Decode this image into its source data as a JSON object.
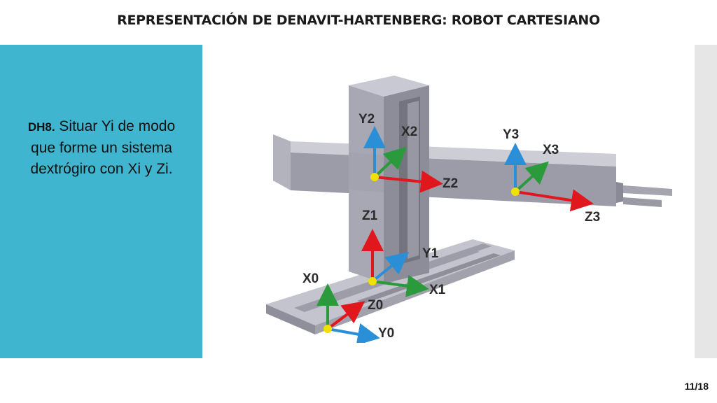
{
  "slide": {
    "title": "REPRESENTACIÓN DE DENAVIT-HARTENBERG: ROBOT CARTESIANO",
    "page": "11/18"
  },
  "panel": {
    "lead": "DH8.",
    "text": " Situar Yi de modo que forme un sistema dextrógiro con Xi y Zi."
  },
  "figure": {
    "labels": {
      "y2": "Y2",
      "x2": "X2",
      "z2": "Z2",
      "y3": "Y3",
      "x3": "X3",
      "z3": "Z3",
      "z1": "Z1",
      "y1": "Y1",
      "x1": "X1",
      "x0": "X0",
      "z0": "Z0",
      "y0": "Y0"
    }
  },
  "colors": {
    "panel": "#3fb5cf",
    "axis_red": "#e0181e",
    "axis_green": "#2a9a3c",
    "axis_blue": "#2a8fd6",
    "origin_yellow": "#f2e000"
  }
}
